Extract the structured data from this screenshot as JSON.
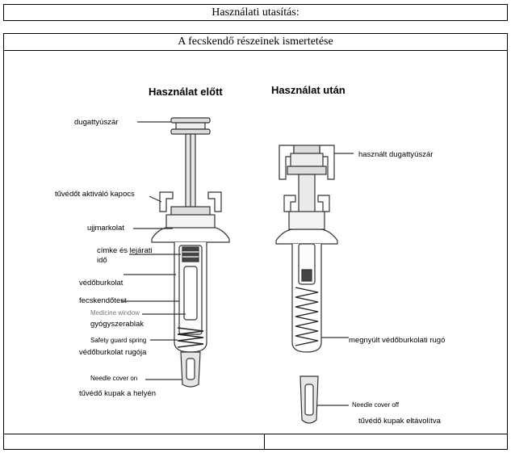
{
  "header": {
    "title": "Használati utasítás:"
  },
  "section": {
    "title": "A fecskendő részeinek ismertetése"
  },
  "before": {
    "heading": "Használat előtt",
    "labels": {
      "plunger_rod": "dugattyúszár",
      "activation_clips": "tűvédőt aktiváló kapocs",
      "finger_grip": "ujjmarkolat",
      "label_expiry": "címke és lejárati idő",
      "guard_body": "védőburkolat",
      "syringe_body": "fecskendőtest",
      "medicine_window_en": "Medicine window",
      "medicine_window": "gyógyszerablak",
      "spring_en": "Safety guard spring",
      "spring": "védőburkolat rugója",
      "needle_cover_en": "Needle cover on",
      "needle_cover": "tűvédő kupak a helyén"
    }
  },
  "after": {
    "heading": "Használat után",
    "labels": {
      "used_plunger_rod": "használt dugattyúszár",
      "extended_spring": "megnyúlt védőburkolati rugó",
      "needle_cover_off_en": "Needle cover off",
      "needle_cover_off": "tűvédő kupak eltávolítva"
    }
  }
}
